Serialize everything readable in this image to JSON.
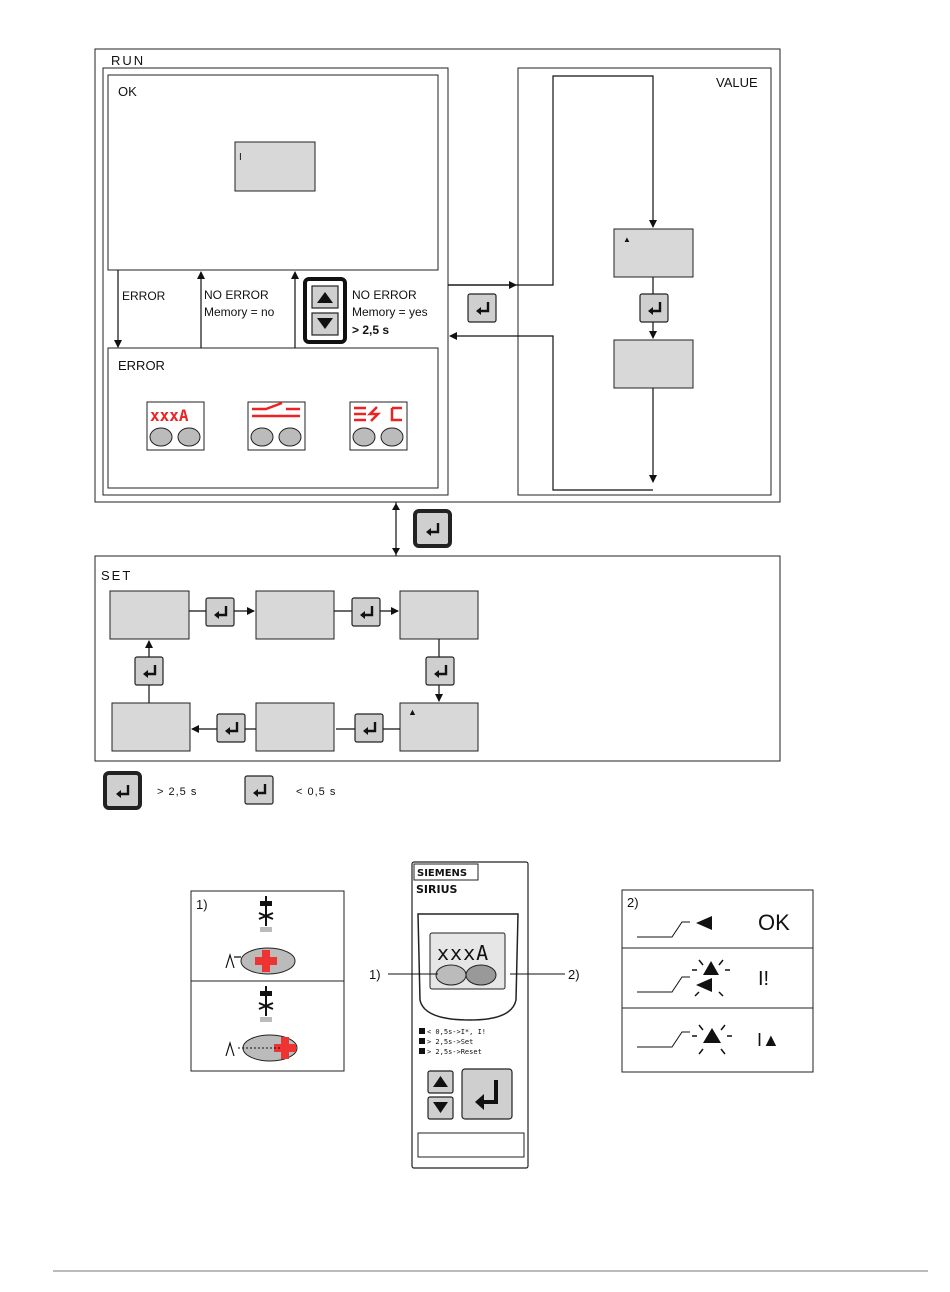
{
  "run": {
    "title": "RUN",
    "ok_label": "OK",
    "ok_display": "I",
    "error_label": "ERROR",
    "error_transition": "ERROR",
    "no_error_no": [
      "NO ERROR",
      "Memory = no"
    ],
    "no_error_yes": [
      "NO ERROR",
      "Memory = yes",
      "> 2,5 s"
    ],
    "error_display_1": "xxxA"
  },
  "value": {
    "title": "VALUE",
    "display_1": "▲"
  },
  "set": {
    "title": "SET",
    "display_5": "▲"
  },
  "legend": {
    "long_press": "> 2,5 s",
    "short_press": "< 0,5 s"
  },
  "device": {
    "brand": "SIEMENS",
    "model": "SIRIUS",
    "display": "xxxA",
    "callout_1": "1)",
    "callout_2": "2)",
    "instructions": [
      "< 0,5s->I*, I!",
      "> 2,5s->Set",
      "> 2,5s->Reset"
    ]
  },
  "panel_1": {
    "label": "1)"
  },
  "panel_2": {
    "label": "2)",
    "rows": [
      "OK",
      "I!",
      "I▲"
    ]
  },
  "colors": {
    "lcd_fill": "#d8d8d8",
    "accent_red": "#e22"
  },
  "icons": [
    "enter-key-icon",
    "up-arrow-key-icon",
    "down-arrow-key-icon",
    "led-triangle-icon",
    "blink-triangle-icon",
    "contact-icon"
  ]
}
